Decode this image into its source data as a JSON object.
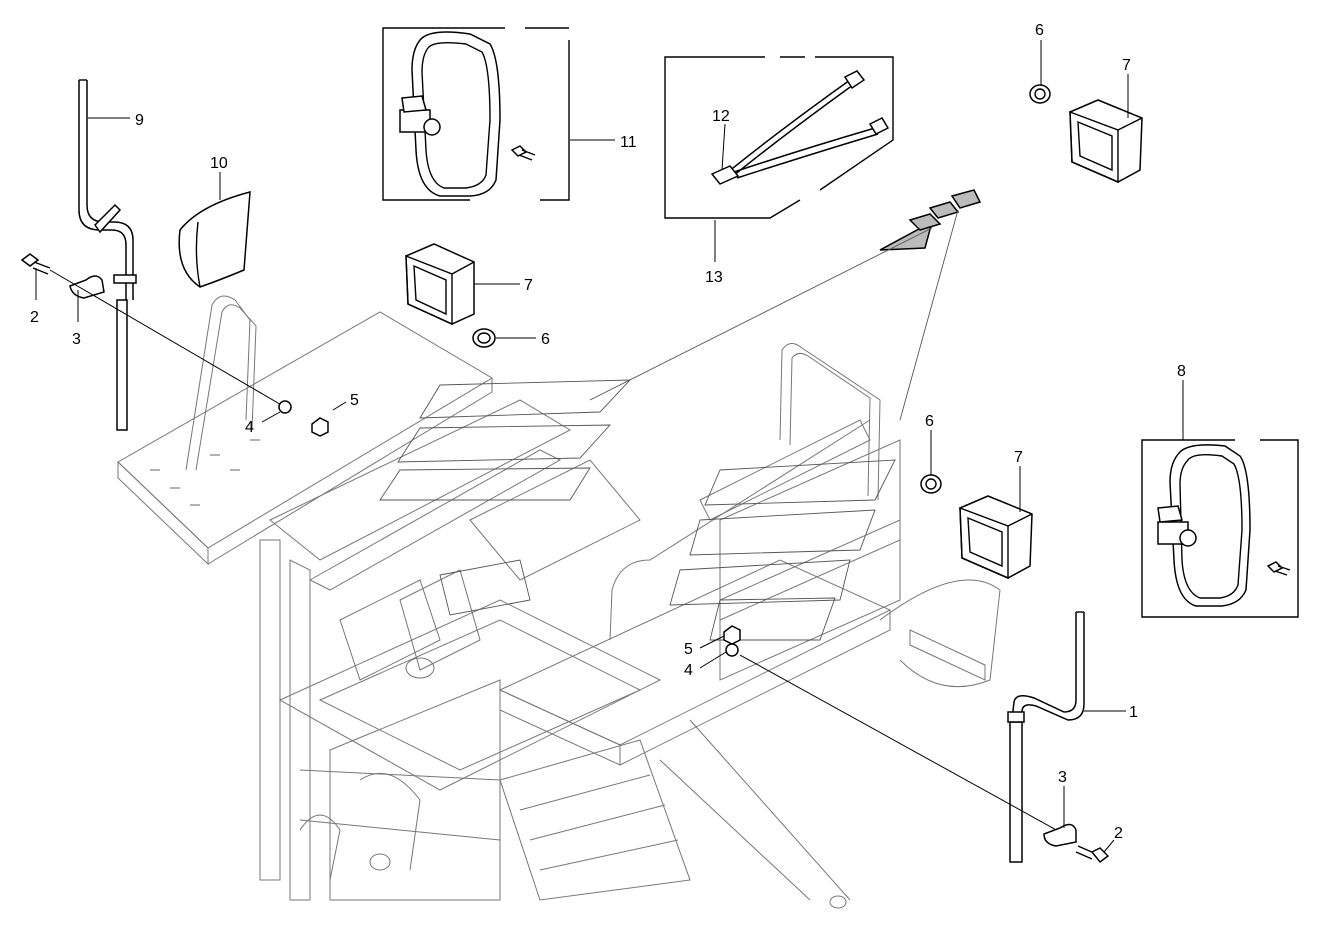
{
  "callouts": {
    "c1": "1",
    "c2a": "2",
    "c2b": "2",
    "c3a": "3",
    "c3b": "3",
    "c4a": "4",
    "c4b": "4",
    "c5a": "5",
    "c5b": "5",
    "c6a": "6",
    "c6b": "6",
    "c6c": "6",
    "c7a": "7",
    "c7b": "7",
    "c7c": "7",
    "c8": "8",
    "c9": "9",
    "c10": "10",
    "c11": "11",
    "c12": "12",
    "c13": "13"
  }
}
